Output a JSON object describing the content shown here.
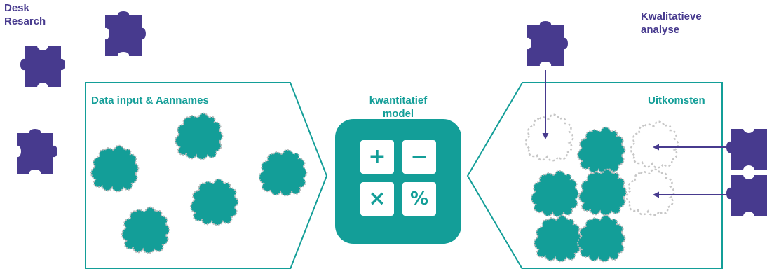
{
  "labels": {
    "desk_research_line1": "Desk",
    "desk_research_line2": "Resarch",
    "kwalitatieve_line1": "Kwalitatieve",
    "kwalitatieve_line2": "analyse",
    "data_input": "Data input & Aannames",
    "model_line1": "kwantitatief",
    "model_line2": "model",
    "uitkomsten": "Uitkomsten"
  },
  "calculator": {
    "plus": "+",
    "minus": "−",
    "times": "×",
    "percent": "%"
  },
  "colors": {
    "teal": "#139e98",
    "purple": "#473a8e",
    "dashed_grey": "#c7c7c7"
  },
  "icons": [
    "puzzle-piece-icon",
    "calculator-icon",
    "arrow-icon"
  ]
}
